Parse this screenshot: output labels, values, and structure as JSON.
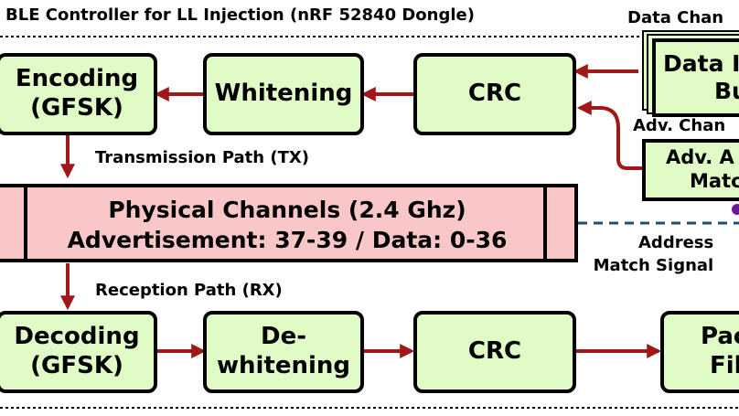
{
  "title": "BLE  Controller for LL Injection (nRF 52840 Dongle)",
  "tx_path_label": "Transmission Path (TX)",
  "rx_path_label": "Reception Path (RX)",
  "top_row": {
    "encoding": [
      "Encoding",
      "(GFSK)"
    ],
    "whitening": "Whitening",
    "crc": "CRC"
  },
  "bottom_row": {
    "decoding": [
      "Decoding",
      "(GFSK)"
    ],
    "dewhitening": [
      "De-",
      "whitening"
    ],
    "crc": "CRC",
    "packet_filter": [
      "Pac",
      "Fil"
    ]
  },
  "data_channel": {
    "label": "Data Chan",
    "buffer_lines": [
      "Data I",
      "Bu"
    ]
  },
  "adv_channel": {
    "label": "Adv. Chan",
    "box_lines": [
      "Adv. A",
      "Matc"
    ]
  },
  "physical_channels": {
    "line1": "Physical Channels (2.4 Ghz)",
    "line2": "Advertisement: 37-39 / Data: 0-36"
  },
  "address_match": {
    "line1": "Address",
    "line2": "Match Signal"
  },
  "colors": {
    "box_fill": "#e0fbc6",
    "phys_fill": "#f9c7c7",
    "arrow": "#a01818",
    "signal_dash": "#1f4e79",
    "dot": "#6a1b9a"
  }
}
